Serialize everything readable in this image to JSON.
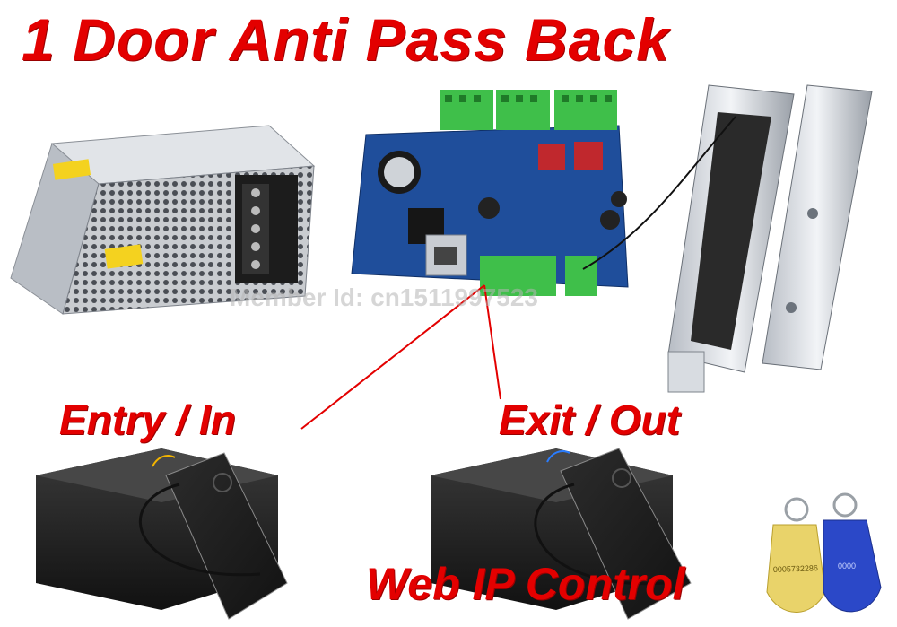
{
  "title": "1 Door Anti Pass Back",
  "labels": {
    "entry": "Entry / In",
    "exit": "Exit / Out",
    "web": "Web IP Control"
  },
  "watermark": "Member Id: cn1511997523",
  "tag_text": {
    "yellow": "0005732286",
    "blue": "0000"
  },
  "colors": {
    "accent_red": "#e30000",
    "pcb_blue": "#1f4e9b",
    "terminal_green": "#3fbf4a",
    "reader_black": "#1d1d1d",
    "tag_yellow": "#e9d36a",
    "tag_blue": "#2b48c8"
  }
}
